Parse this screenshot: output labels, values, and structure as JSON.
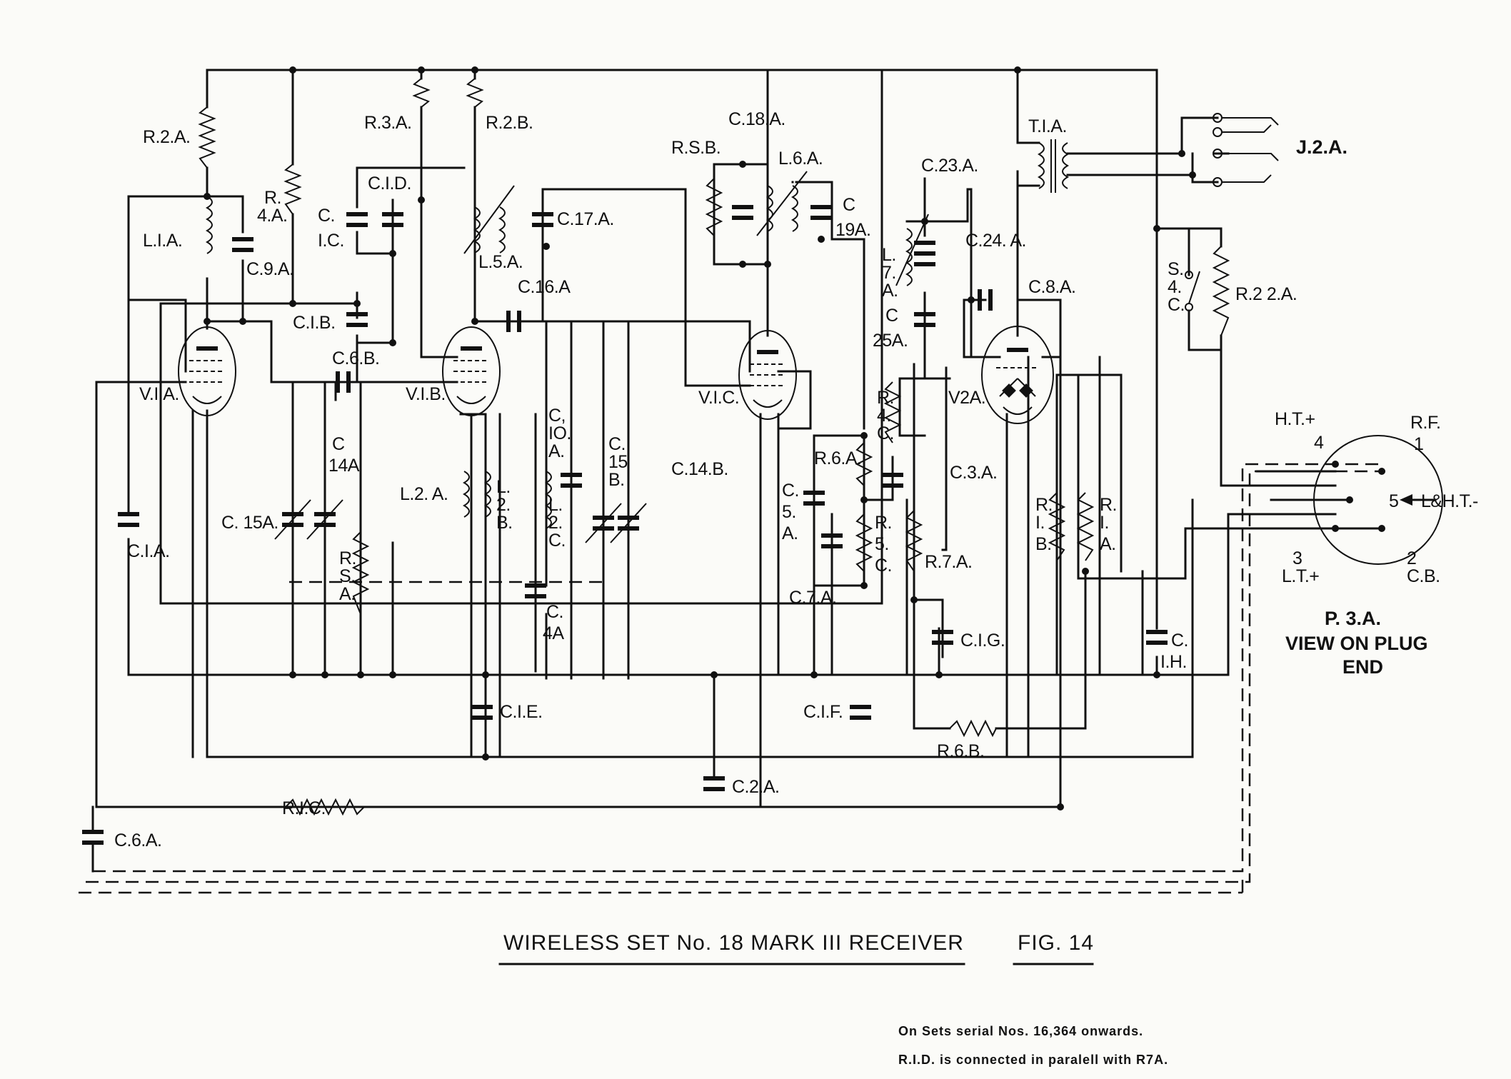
{
  "caption": {
    "title": "WIRELESS SET No. 18 MARK III RECEIVER",
    "figure": "FIG. 14"
  },
  "note": {
    "line1": "On Sets serial Nos. 16,364 onwards.",
    "line2": "R.I.D. is connected in paralell with R7A."
  },
  "valves": {
    "v1a": "V.I.A.",
    "v1b": "V.I.B.",
    "v1c": "V.I.C.",
    "v2a": "V2A."
  },
  "resistors": {
    "r2a": "R.2.A.",
    "r4a_1": "R.",
    "r4a_2": "4.A.",
    "r3a": "R.3.A.",
    "r2b": "R.2.B.",
    "r5b": "R.S.B.",
    "r4c_1": "R.",
    "r4c_2": "4.",
    "r4c_3": "C.",
    "r6a": "R.6.A.",
    "r5c_1": "R.",
    "r5c_2": "5.",
    "r5c_3": "C.",
    "r7a": "R.7.A.",
    "r1b_1": "R.",
    "r1b_2": "I.",
    "r1b_3": "B.",
    "r1a_1": "R.",
    "r1a_2": "I.",
    "r1a_3": "A.",
    "r22a": "R.2 2.A.",
    "r5a_1": "R.",
    "r5a_2": "S.",
    "r5a_3": "A.",
    "r6b": "R.6.B.",
    "r1c": "R.I.C."
  },
  "capacitors": {
    "c1c_1": "C.",
    "c1c_2": "I.C.",
    "c1d": "C.I.D.",
    "c17a": "C.17.A.",
    "c9a": "C.9.A.",
    "c1b": "C.I.B.",
    "c16a": "C.16.A",
    "c6b": "C.6.B.",
    "c14a_1": "C",
    "c14a_2": "14A",
    "c15a": "C. 15A.",
    "c1a": "C.I.A.",
    "c10a_1": "C,",
    "c10a_2": "IO.",
    "c10a_3": "A.",
    "c15b_1": "C.",
    "c15b_2": "15",
    "c15b_3": "B.",
    "c14b": "C.14.B.",
    "c4a_1": "C.",
    "c4a_2": "4A",
    "c1e": "C.I.E.",
    "c2a": "C.2.A.",
    "c18a": "C.18.A.",
    "c19a_1": "C",
    "c19a_2": "19A.",
    "c23a": "C.23.A.",
    "c24a": "C.24. A.",
    "c25a_1": "C",
    "c25a_2": "25A.",
    "c8a": "C.8.A.",
    "c5a_1": "C.",
    "c5a_2": "5.",
    "c5a_3": "A.",
    "c7a": "C.7.A.",
    "c3a": "C.3.A.",
    "c1g": "C.I.G.",
    "c1f": "C.I.F.",
    "c1h_1": "C.",
    "c1h_2": "I.H.",
    "c6a": "C.6.A."
  },
  "inductors": {
    "l1a": "L.I.A.",
    "l5a": "L.5.A.",
    "l6a": "L.6.A.",
    "l7a_1": "L.",
    "l7a_2": "7.",
    "l7a_3": "A.",
    "l2a": "L.2. A.",
    "l2b_1": "L.",
    "l2b_2": "2.",
    "l2b_3": "B.",
    "l2c_1": "L.",
    "l2c_2": "2.",
    "l2c_3": "C."
  },
  "transformer": "T.I.A.",
  "jack": "J.2.A.",
  "switch": {
    "s4c_1": "S.",
    "s4c_2": "4.",
    "s4c_3": "C."
  },
  "plug": {
    "pin4_label": "H.T.+",
    "pin4": "4",
    "pin1_label": "R.F.",
    "pin1": "1",
    "pin5": "5",
    "pin5_label": "L&H.T.-",
    "pin3": "3",
    "pin3_label": "L.T.+",
    "pin2": "2",
    "pin2_label": "C.B.",
    "name": "P. 3.A.",
    "view_line1": "VIEW  ON  PLUG",
    "view_line2": "END"
  }
}
